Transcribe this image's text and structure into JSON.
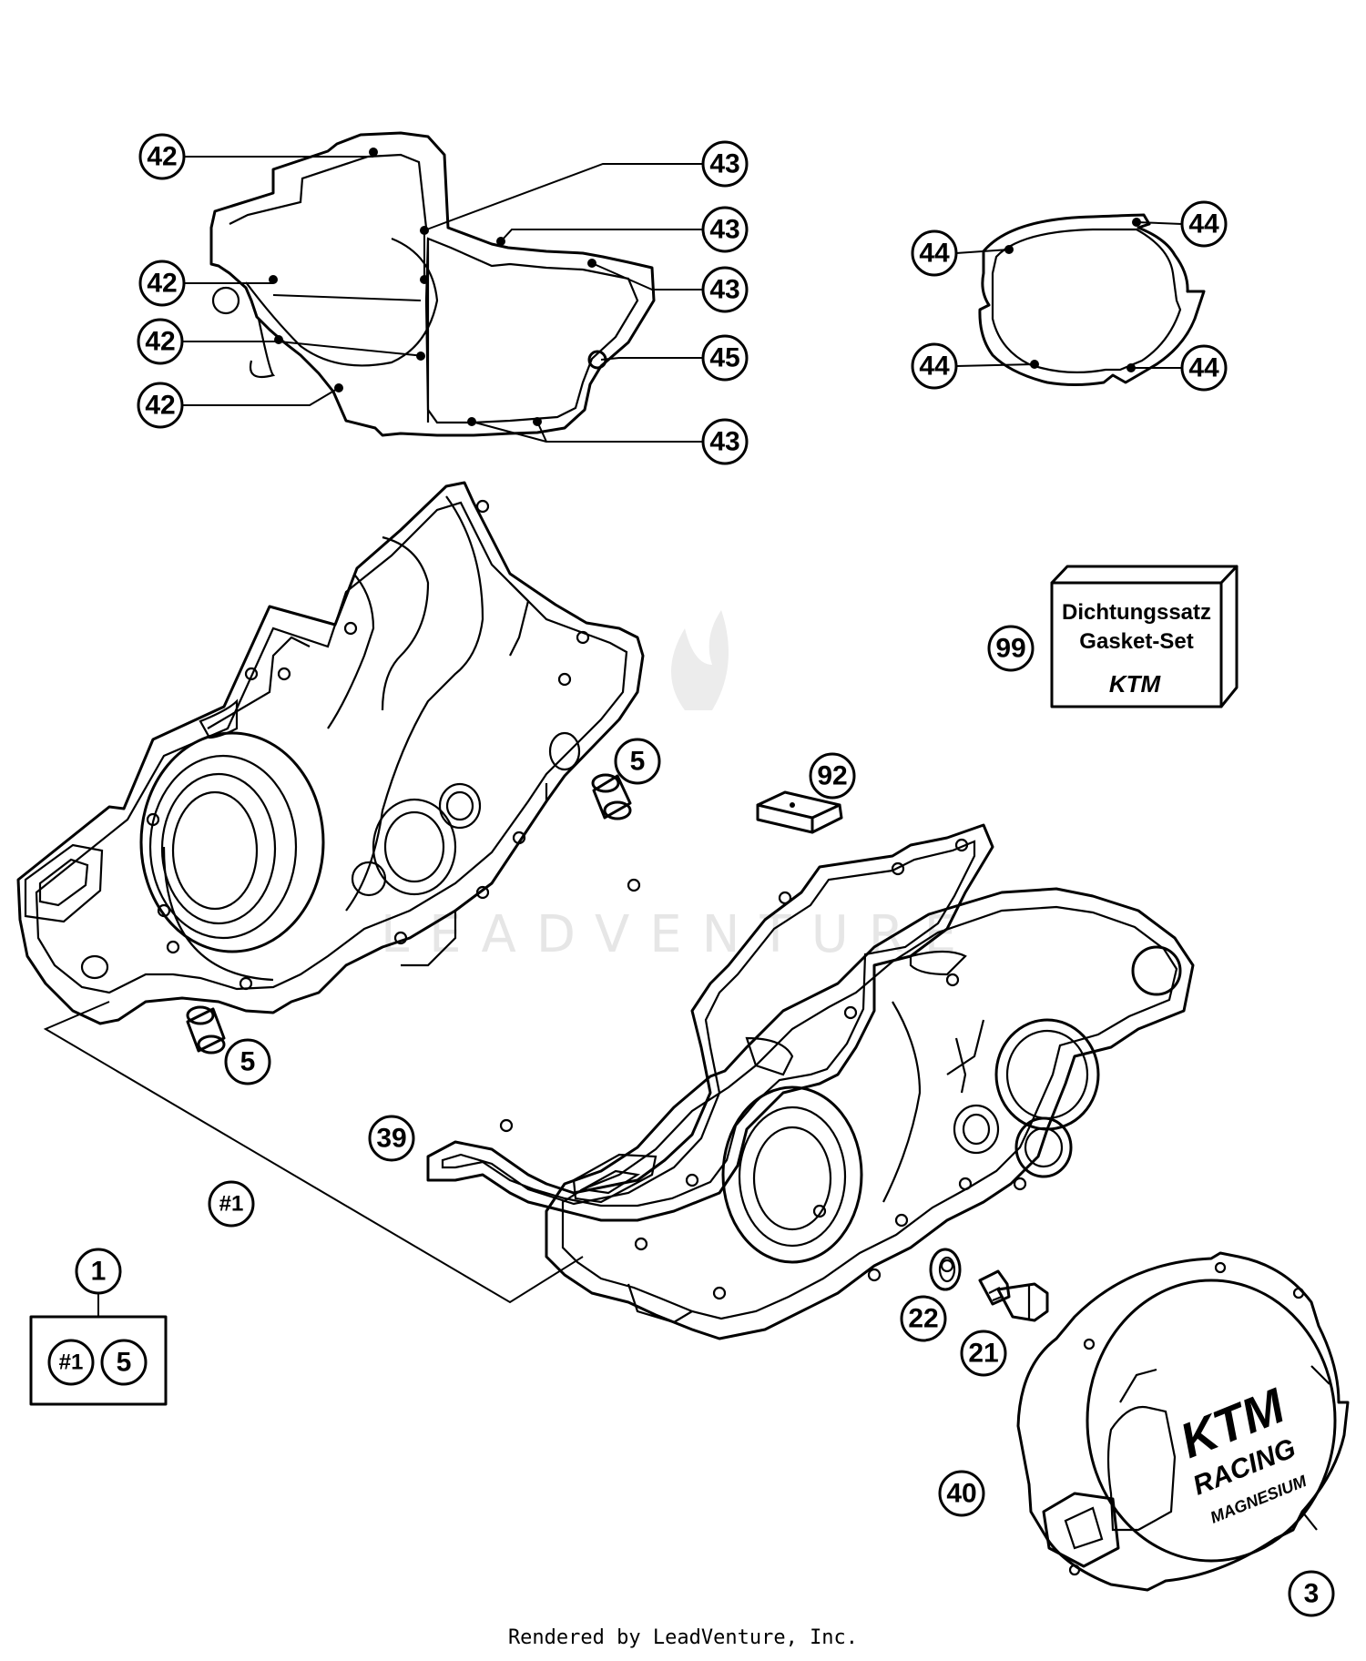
{
  "footer": "Rendered by LeadVenture, Inc.",
  "watermark": "LEADVENTURE",
  "gasket_kit": {
    "line1": "Dichtungssatz",
    "line2": "Gasket-Set",
    "brand": "KTM"
  },
  "cover_logo": {
    "brand": "KTM",
    "line1": "RACING",
    "line2": "MAGNESIUM"
  },
  "callouts": [
    {
      "id": "42a",
      "label": "42"
    },
    {
      "id": "42b",
      "label": "42"
    },
    {
      "id": "42c",
      "label": "42"
    },
    {
      "id": "42d",
      "label": "42"
    },
    {
      "id": "43a",
      "label": "43"
    },
    {
      "id": "43b",
      "label": "43"
    },
    {
      "id": "43c",
      "label": "43"
    },
    {
      "id": "43d",
      "label": "43"
    },
    {
      "id": "45",
      "label": "45"
    },
    {
      "id": "44a",
      "label": "44"
    },
    {
      "id": "44b",
      "label": "44"
    },
    {
      "id": "44c",
      "label": "44"
    },
    {
      "id": "44d",
      "label": "44"
    },
    {
      "id": "99",
      "label": "99"
    },
    {
      "id": "92",
      "label": "92"
    },
    {
      "id": "39",
      "label": "39"
    },
    {
      "id": "h1a",
      "label": "#1"
    },
    {
      "id": "h1b",
      "label": "#1"
    },
    {
      "id": "22",
      "label": "22"
    },
    {
      "id": "21",
      "label": "21"
    },
    {
      "id": "40",
      "label": "40"
    }
  ],
  "plain_labels": [
    {
      "id": "5a",
      "label": "5"
    },
    {
      "id": "5b",
      "label": "5"
    },
    {
      "id": "5c",
      "label": "5"
    },
    {
      "id": "1",
      "label": "1"
    },
    {
      "id": "3",
      "label": "3"
    }
  ]
}
